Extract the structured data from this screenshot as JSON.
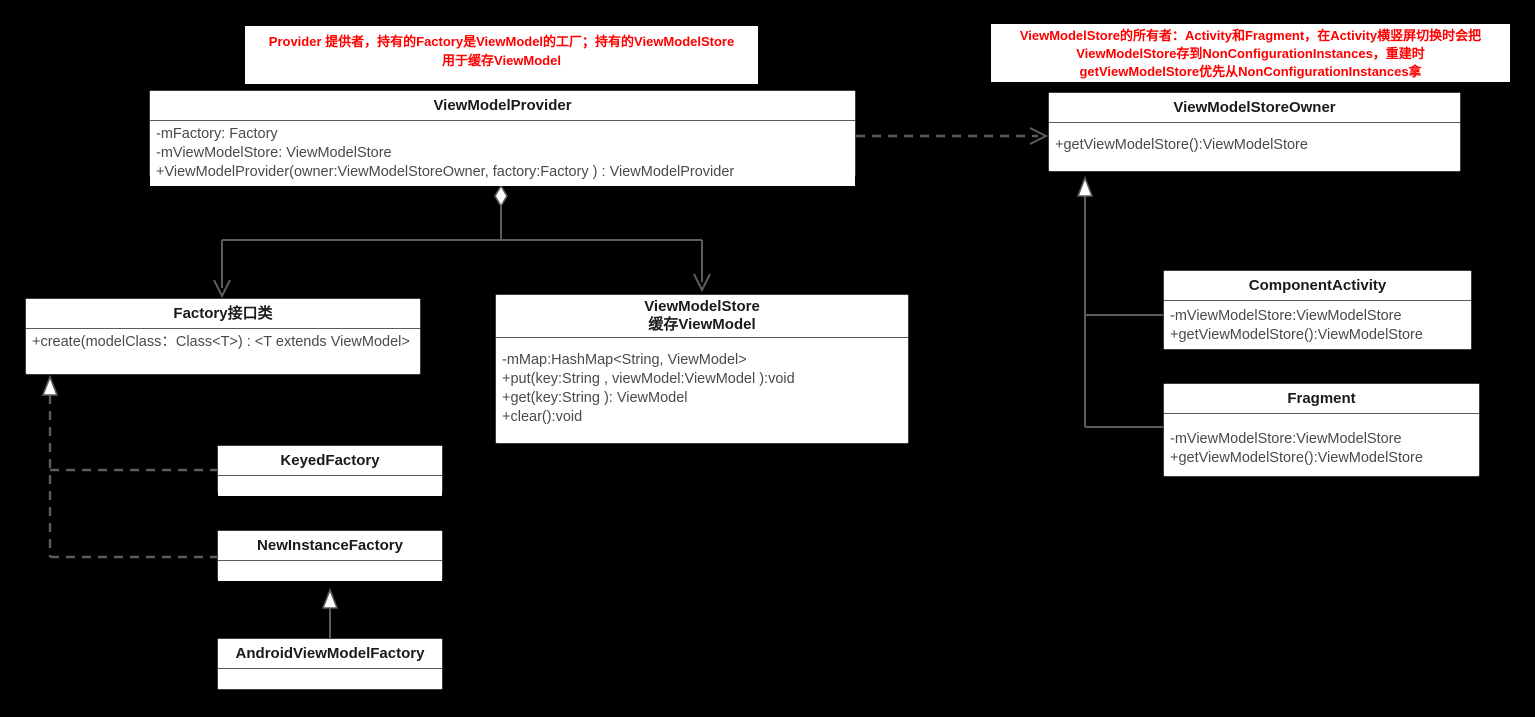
{
  "diagram": {
    "title": "ViewModel architecture UML class diagram",
    "background_color": "#000000",
    "box_fill": "#ffffff",
    "box_border": "#3a3a3a",
    "line_color": "#5c5c5c",
    "note_color": "#fe0000"
  },
  "notes": {
    "provider_note": "Provider 提供者，持有的Factory是ViewModel的工厂；持有的ViewModelStore\n用于缓存ViewModel",
    "owner_note": "ViewModelStore的所有者：Activity和Fragment，在Activity横竖屏切换时会把\nViewModelStore存到NonConfigurationInstances，重建时\ngetViewModelStore优先从NonConfigurationInstances拿"
  },
  "classes": {
    "view_model_provider": {
      "name": "ViewModelProvider",
      "members": [
        "-mFactory: Factory",
        "-mViewModelStore: ViewModelStore",
        "+ViewModelProvider(owner:ViewModelStoreOwner,  factory:Factory ) : ViewModelProvider"
      ]
    },
    "view_model_store_owner": {
      "name": "ViewModelStoreOwner",
      "members": [
        "+getViewModelStore():ViewModelStore"
      ]
    },
    "factory": {
      "name": "Factory接口类",
      "members": [
        "+create(modelClass：Class<T>) :  <T extends ViewModel>"
      ]
    },
    "view_model_store": {
      "name": "ViewModelStore\n缓存ViewModel",
      "members": [
        "-mMap:HashMap<String, ViewModel>",
        "+put(key:String , viewModel:ViewModel ):void",
        "+get(key:String ): ViewModel",
        "+clear():void"
      ]
    },
    "keyed_factory": {
      "name": "KeyedFactory",
      "members": []
    },
    "new_instance_factory": {
      "name": "NewInstanceFactory",
      "members": []
    },
    "android_view_model_factory": {
      "name": "AndroidViewModelFactory",
      "members": []
    },
    "component_activity": {
      "name": "ComponentActivity",
      "members": [
        "-mViewModelStore:ViewModelStore",
        "+getViewModelStore():ViewModelStore"
      ]
    },
    "fragment": {
      "name": "Fragment",
      "members": [
        "-mViewModelStore:ViewModelStore",
        "+getViewModelStore():ViewModelStore"
      ]
    }
  },
  "relations": [
    {
      "id": "provider-uses-owner",
      "type": "dependency",
      "style": "dashed-open-arrow",
      "from": "ViewModelProvider",
      "to": "ViewModelStoreOwner"
    },
    {
      "id": "provider-has-factory",
      "type": "aggregation",
      "style": "diamond-open-arrow",
      "from": "ViewModelProvider",
      "to": "Factory接口类"
    },
    {
      "id": "provider-has-store",
      "type": "aggregation",
      "style": "diamond-open-arrow",
      "from": "ViewModelProvider",
      "to": "ViewModelStore"
    },
    {
      "id": "keyedfactory-implements-factory",
      "type": "realization",
      "style": "dashed-hollow-triangle",
      "from": "KeyedFactory",
      "to": "Factory接口类"
    },
    {
      "id": "newinstancefactory-implements-factory",
      "type": "realization",
      "style": "dashed-hollow-triangle",
      "from": "NewInstanceFactory",
      "to": "Factory接口类"
    },
    {
      "id": "androidviewmodelfactory-extends-newinstancefactory",
      "type": "generalization",
      "style": "solid-hollow-triangle",
      "from": "AndroidViewModelFactory",
      "to": "NewInstanceFactory"
    },
    {
      "id": "componentactivity-implements-owner",
      "type": "generalization",
      "style": "solid-hollow-triangle",
      "from": "ComponentActivity",
      "to": "ViewModelStoreOwner"
    },
    {
      "id": "fragment-implements-owner",
      "type": "generalization",
      "style": "solid-hollow-triangle",
      "from": "Fragment",
      "to": "ViewModelStoreOwner"
    }
  ]
}
